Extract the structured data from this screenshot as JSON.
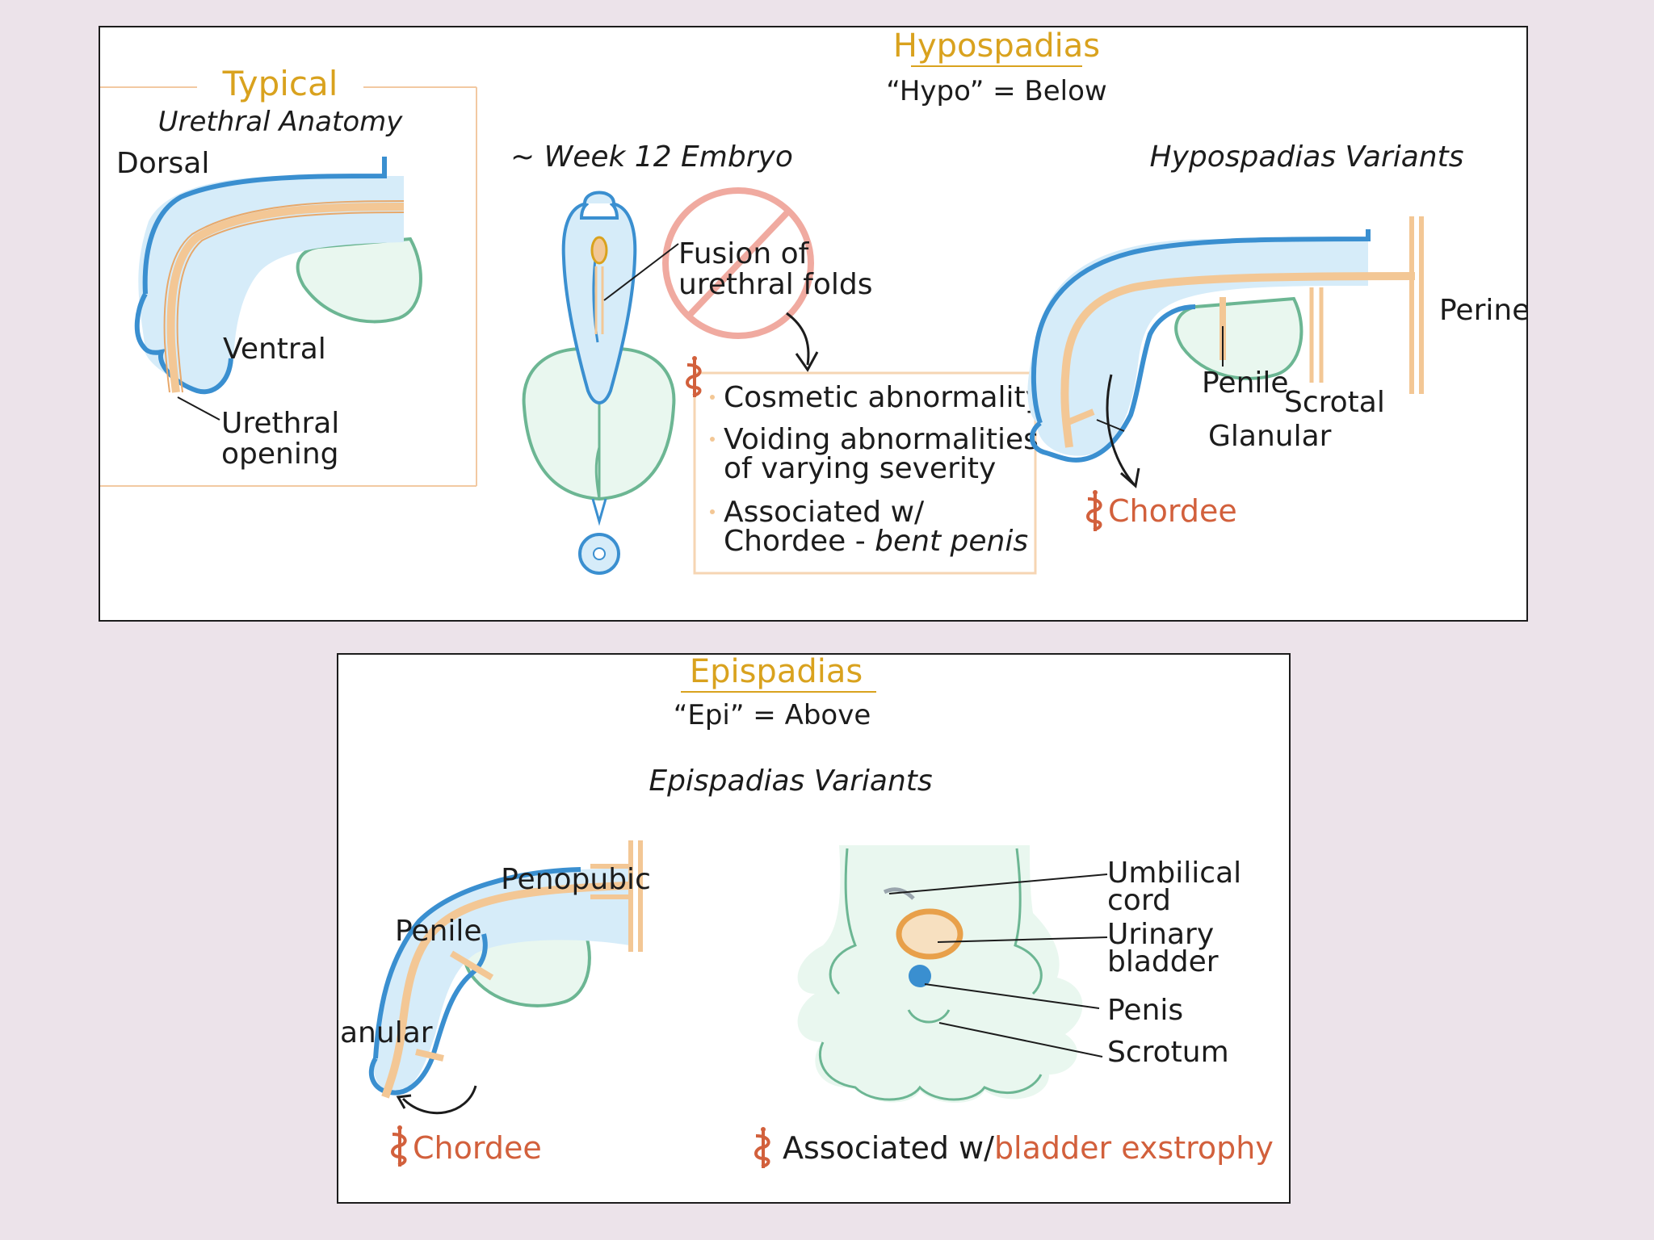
{
  "colors": {
    "background": "#ece3ea",
    "panel": "#ffffff",
    "heading_gold": "#d9a21e",
    "urethra_blue": "#3a8fd0",
    "fill_blue": "#d6ecf9",
    "green_outline": "#6cb693",
    "green_fill": "#e9f7ef",
    "urethra_tan": "#f3c795",
    "accent_red": "#d2603c",
    "box_border": "#f6d5b3"
  },
  "icons": [
    "caduceus-icon",
    "no-symbol-icon",
    "curved-arrow-icon"
  ],
  "hypospadias": {
    "title": "Hypospadias",
    "subtitle": "“Hypo” = Below",
    "typical": {
      "title": "Typical",
      "subtitle": "Urethral Anatomy",
      "dorsal": "Dorsal",
      "ventral": "Ventral",
      "opening_line1": "Urethral",
      "opening_line2": "opening"
    },
    "embryo": {
      "title": "~ Week 12 Embryo",
      "fusion_line1": "Fusion of",
      "fusion_line2": "urethral folds",
      "notes": {
        "item1": "Cosmetic abnormality",
        "item2_line1": "Voiding abnormalities",
        "item2_line2": "of varying severity",
        "item3_line1": "Associated w/",
        "item3_line2a": "Chordee - ",
        "item3_line2b": "bent penis"
      }
    },
    "variants": {
      "title": "Hypospadias Variants",
      "perineal": "Perineal",
      "penile": "Penile",
      "scrotal": "Scrotal",
      "glanular": "Glanular",
      "chordee": "Chordee"
    }
  },
  "epispadias": {
    "title": "Epispadias",
    "subtitle": "“Epi” = Above",
    "variants_title": "Epispadias Variants",
    "penopubic": "Penopubic",
    "penile": "Penile",
    "glanular": "anular",
    "chordee": "Chordee",
    "exstrophy": {
      "umbilical_line1": "Umbilical",
      "umbilical_line2": "cord",
      "bladder_line1": "Urinary",
      "bladder_line2": "bladder",
      "penis": "Penis",
      "scrotum": "Scrotum",
      "assoc_prefix": "Associated w/",
      "assoc_highlight": "bladder exstrophy"
    }
  }
}
